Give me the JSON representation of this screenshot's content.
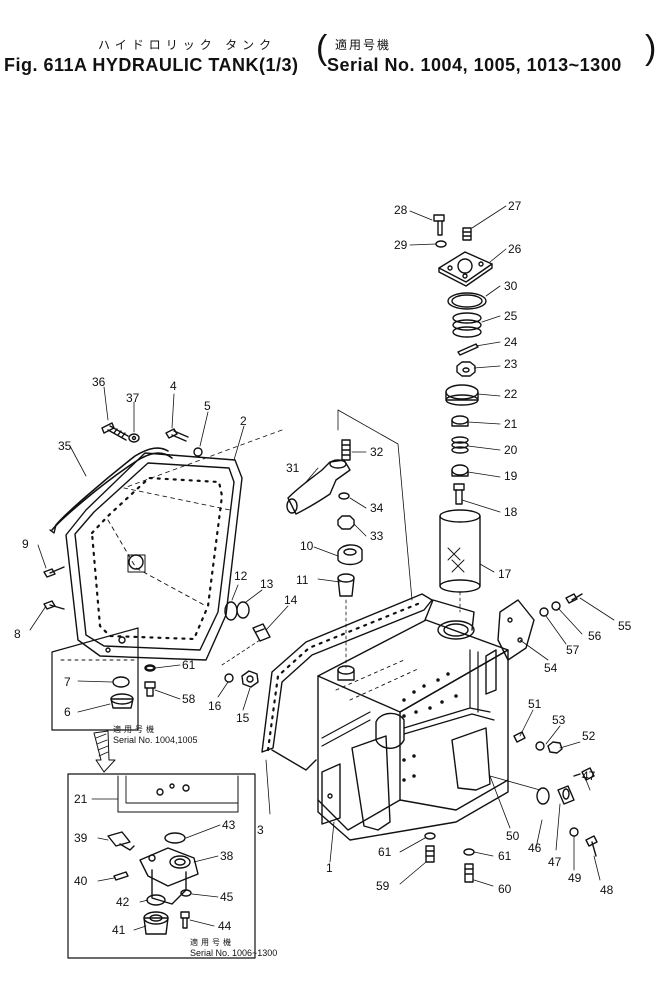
{
  "header": {
    "japanese_title": "ハイドロリック タンク",
    "applicable_jp": "適用号機",
    "title": "Fig. 611A HYDRAULIC TANK(1/3)",
    "serial": "Serial No. 1004, 1005, 1013~1300"
  },
  "inset_upper": {
    "applicable_jp": "適用号機",
    "serial": "Serial No. 1004,1005"
  },
  "inset_lower": {
    "applicable_jp": "適用号機",
    "serial": "Serial No. 1006~1300"
  },
  "callouts": [
    "1",
    "2",
    "3",
    "4",
    "5",
    "6",
    "7",
    "8",
    "9",
    "10",
    "11",
    "12",
    "13",
    "14",
    "15",
    "16",
    "17",
    "18",
    "19",
    "20",
    "21",
    "21",
    "22",
    "23",
    "24",
    "25",
    "26",
    "27",
    "28",
    "29",
    "30",
    "31",
    "32",
    "33",
    "34",
    "35",
    "36",
    "37",
    "38",
    "39",
    "40",
    "41",
    "42",
    "43",
    "44",
    "45",
    "46",
    "47",
    "47",
    "48",
    "49",
    "50",
    "51",
    "52",
    "53",
    "54",
    "55",
    "56",
    "57",
    "58",
    "59",
    "60",
    "61",
    "61",
    "61"
  ],
  "colors": {
    "ink": "#111111",
    "paper": "#ffffff"
  }
}
